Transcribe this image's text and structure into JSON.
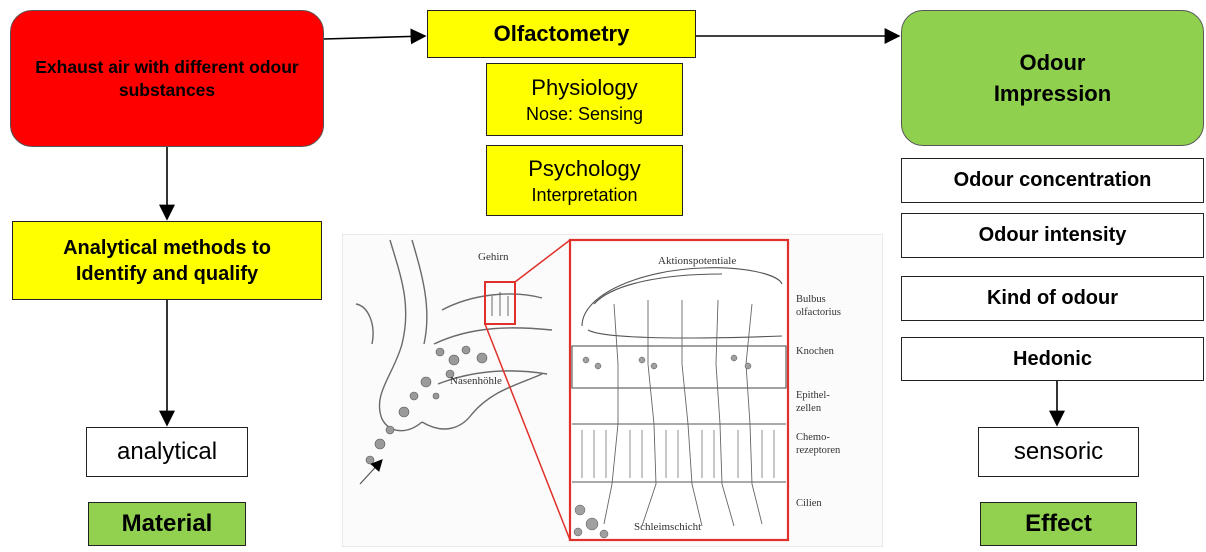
{
  "source": {
    "label": "Exhaust air with different odour substances",
    "color": "#ff0000"
  },
  "olfactometry": {
    "title": "Olfactometry",
    "physiology": {
      "title": "Physiology",
      "sub": "Nose: Sensing"
    },
    "psychology": {
      "title": "Psychology",
      "sub": "Interpretation"
    }
  },
  "impression": {
    "label": "Odour Impression",
    "color": "#8fd14f"
  },
  "analytical_methods": {
    "label": "Analytical methods to Identify and qualify"
  },
  "analytical": {
    "label": "analytical"
  },
  "material": {
    "label": "Material"
  },
  "dimensions": [
    "Odour concentration",
    "Odour intensity",
    "Kind of odour",
    "Hedonic"
  ],
  "sensoric": {
    "label": "sensoric"
  },
  "effect": {
    "label": "Effect"
  },
  "illustration": {
    "labels": {
      "gehirn": "Gehirn",
      "nasenhoehle": "Nasenhöhle",
      "aktionspotentiale": "Aktionspotentiale",
      "bulbus": [
        "Bulbus",
        "olfactorius"
      ],
      "knochen": "Knochen",
      "epithel": [
        "Epithel-",
        "zellen"
      ],
      "chemo": [
        "Chemo-",
        "rezeptoren"
      ],
      "cilien": "Cilien",
      "schleimschicht": "Schleimschicht"
    }
  },
  "colors": {
    "yellow": "#ffff00",
    "green": "#92d050",
    "red": "#ff0000",
    "frame": "#e0302a"
  }
}
